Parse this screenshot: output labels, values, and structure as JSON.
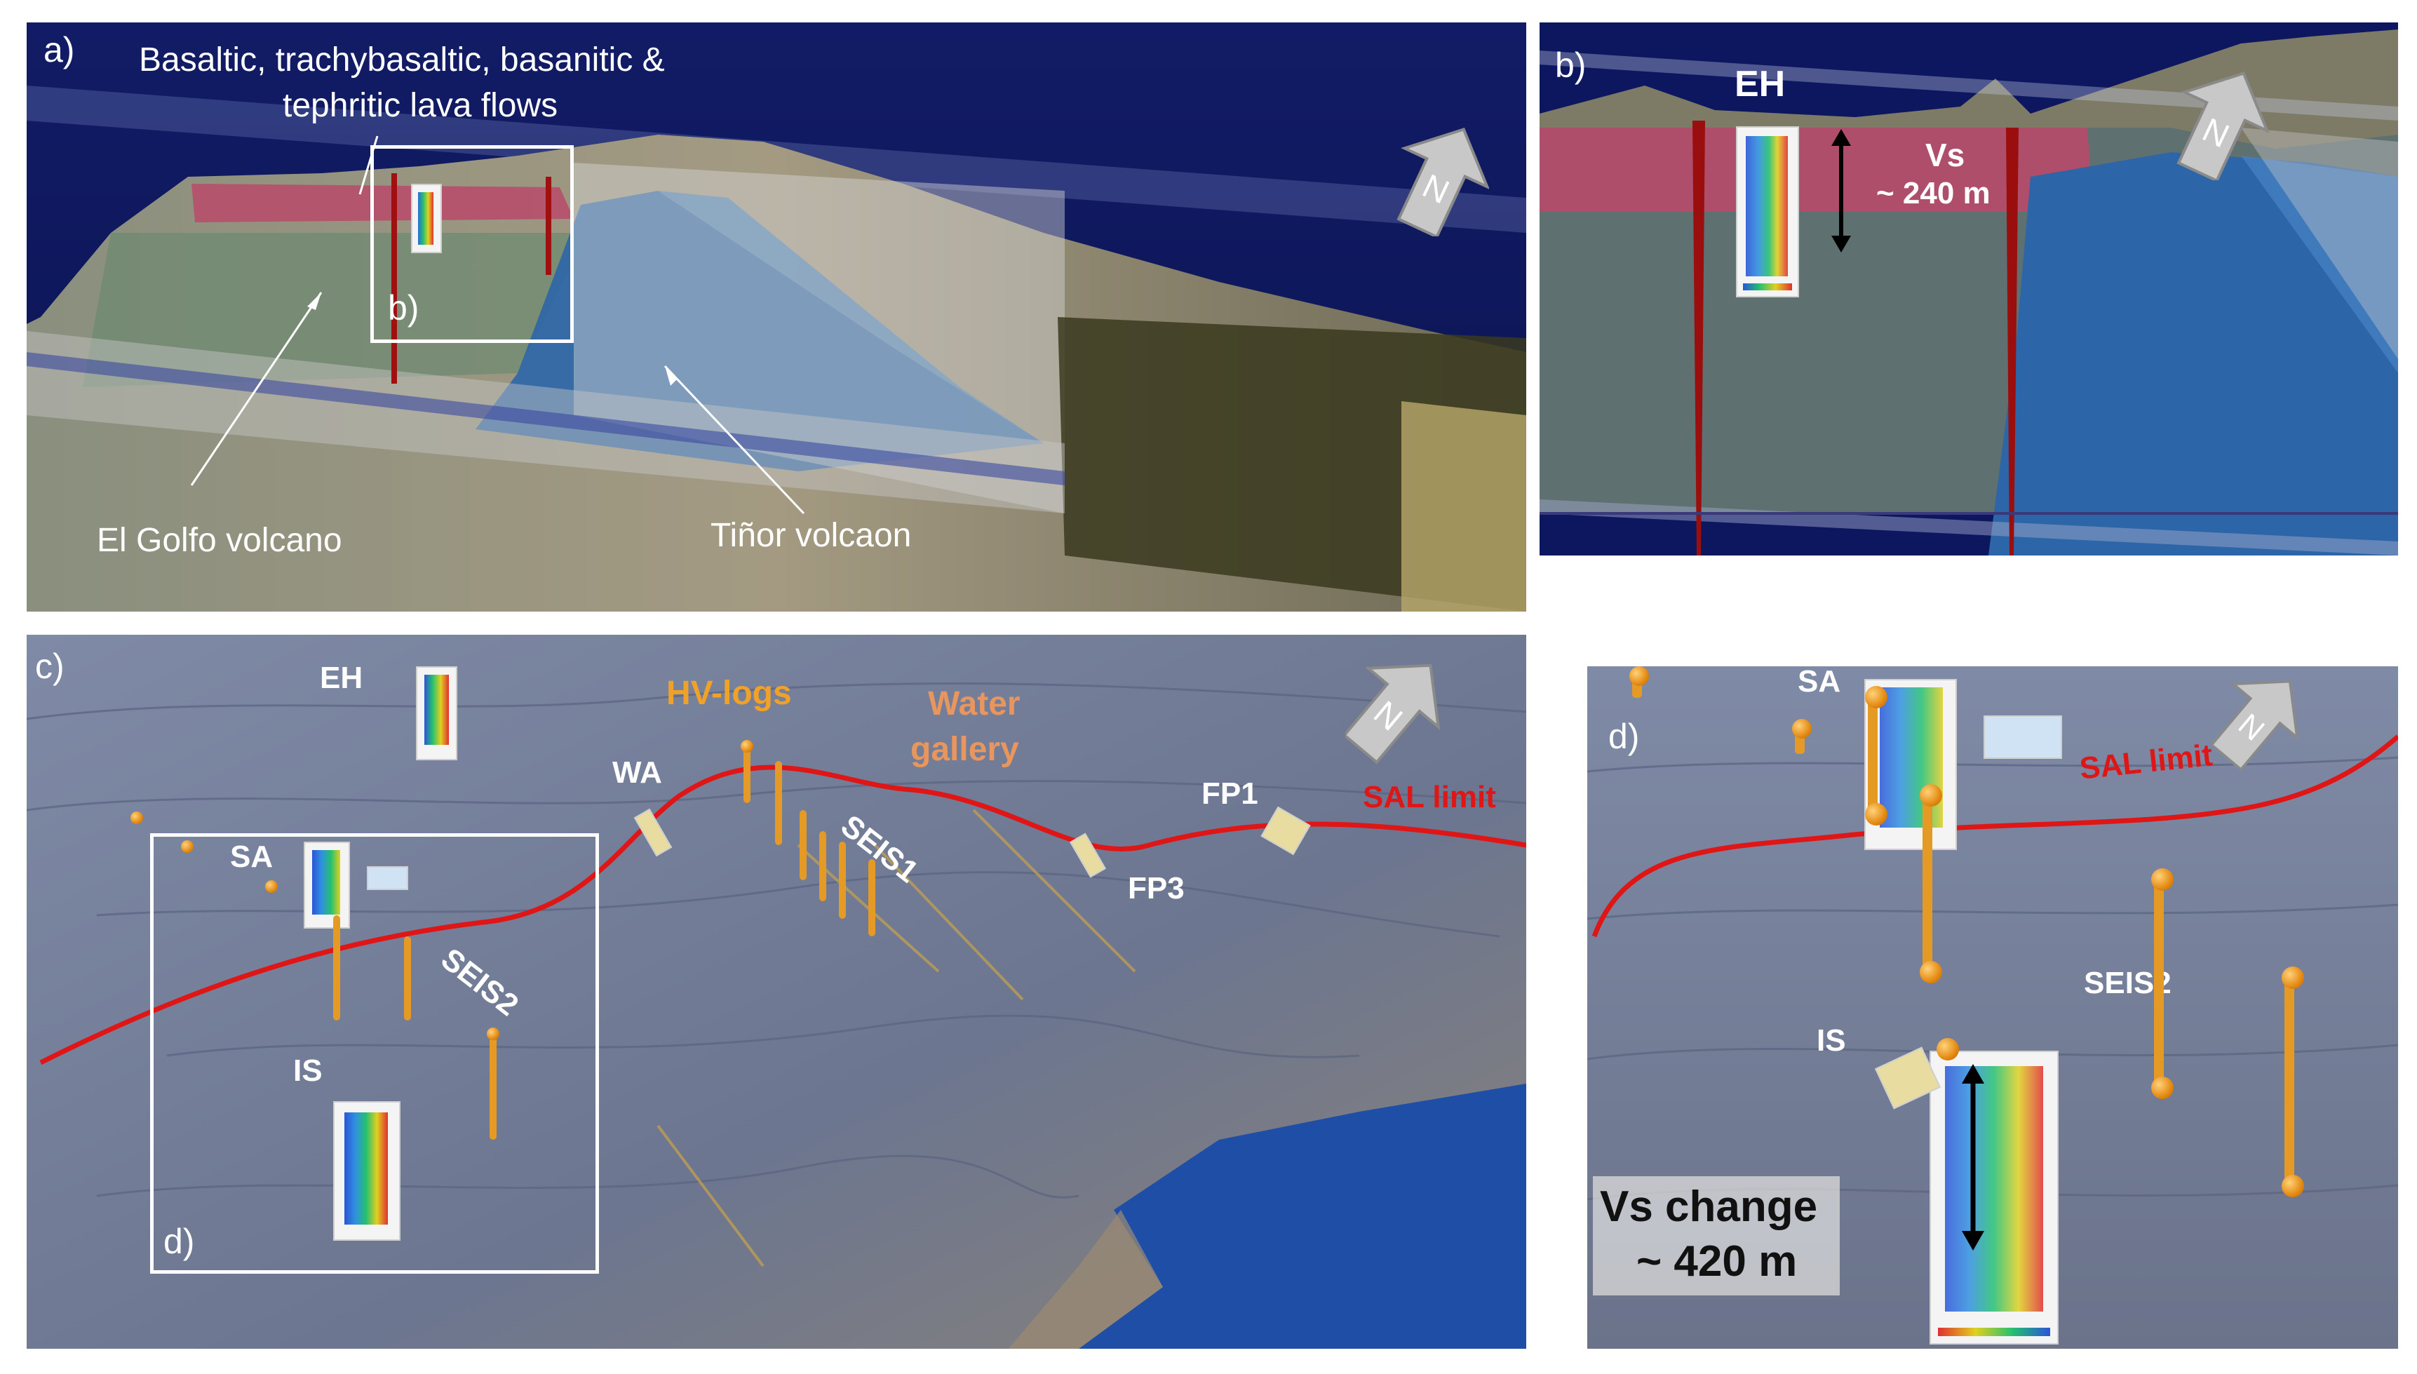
{
  "panel_a": {
    "label": "a)",
    "annotation_lava": "Basaltic, trachybasaltic, basanitic &",
    "annotation_lava2": "tephritic lava flows",
    "inset_label": "b)",
    "annotation_elgolfo": "El Golfo volcano",
    "annotation_tinor": "Tiñor volcaon"
  },
  "panel_b": {
    "label": "b)",
    "site": "EH",
    "vs_label": "Vs",
    "vs_depth": "~ 240 m"
  },
  "panel_c": {
    "label": "c)",
    "inset_label": "d)",
    "sites": {
      "eh": "EH",
      "sa": "SA",
      "is": "IS",
      "wa": "WA",
      "fp1": "FP1",
      "fp3": "FP3",
      "seis1": "SEIS1",
      "seis2": "SEIS2"
    },
    "hv_logs": "HV-logs",
    "water_gallery_1": "Water",
    "water_gallery_2": "gallery",
    "sal_limit": "SAL limit"
  },
  "panel_d": {
    "label": "d)",
    "sites": {
      "sa": "SA",
      "is": "IS",
      "seis2": "SEIS2"
    },
    "sal_limit": "SAL limit",
    "vs_change_1": "Vs change",
    "vs_change_2": "~ 420 m"
  },
  "north_arrow": {
    "letter": "N",
    "icon": "north-arrow-icon"
  },
  "colors": {
    "sky": "#0f1a5e",
    "terrain": "#6b7694",
    "sal_line": "#e01616",
    "hv_text": "#f0a228",
    "water_text": "#e8955e",
    "red_layer": "#b84a6a",
    "blue_layer": "#2c66a8"
  }
}
